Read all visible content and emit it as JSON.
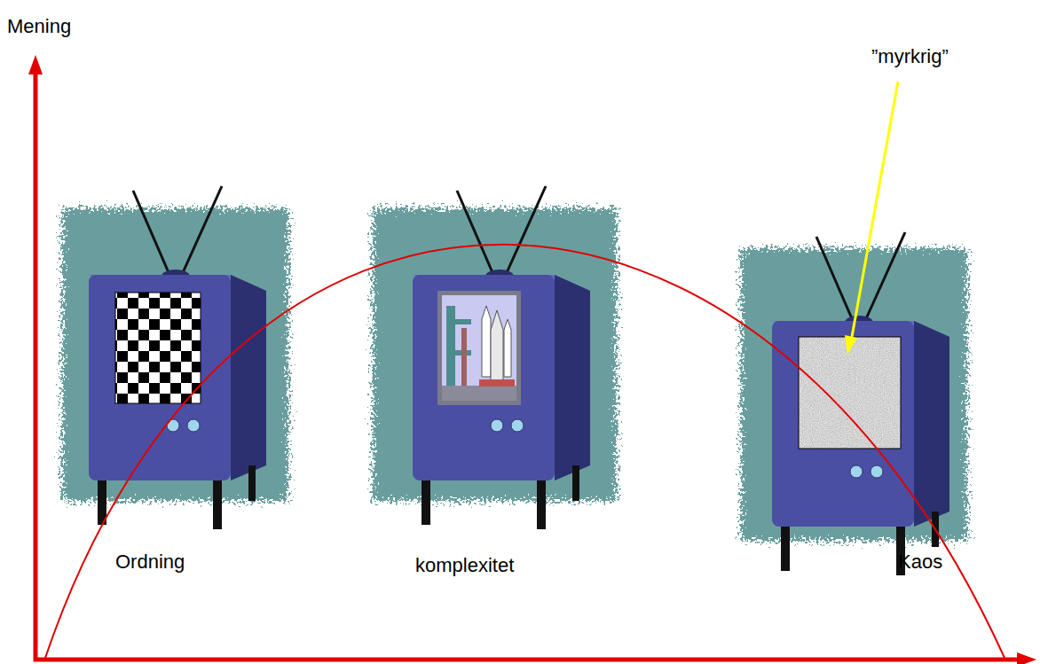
{
  "diagram": {
    "labels": [
      "Mening",
      "”myrkrig”",
      "Ordning",
      "komplexitet",
      "Kaos"
    ]
  }
}
